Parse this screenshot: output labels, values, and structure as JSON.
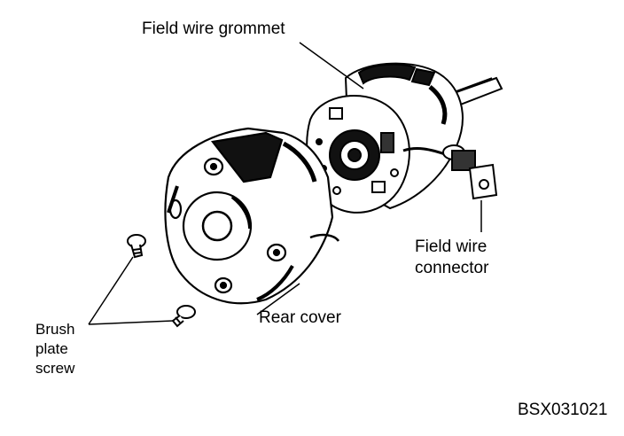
{
  "labels": {
    "field_wire_grommet": "Field wire grommet",
    "field_wire_connector_line1": "Field wire",
    "field_wire_connector_line2": "connector",
    "rear_cover": "Rear cover",
    "brush_plate_screw_line1": "Brush",
    "brush_plate_screw_line2": "plate",
    "brush_plate_screw_line3": "screw",
    "figure_code": "BSX031021"
  }
}
